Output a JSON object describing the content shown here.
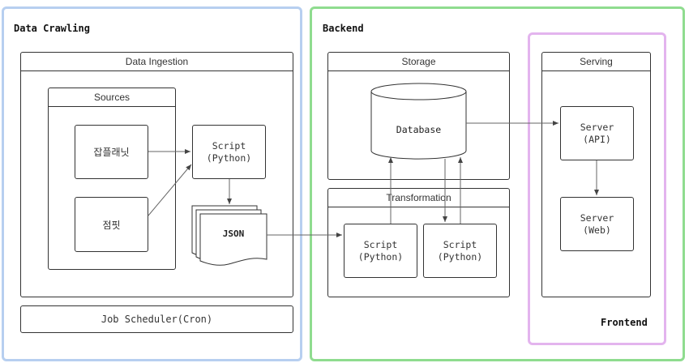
{
  "regions": {
    "data_crawling": {
      "title": "Data Crawling",
      "color": "#b7cff0"
    },
    "backend": {
      "title": "Backend",
      "color": "#8fdc8f"
    },
    "frontend": {
      "title": "Frontend",
      "color": "#e3b4ee"
    }
  },
  "panels": {
    "data_ingestion": "Data Ingestion",
    "sources": "Sources",
    "storage": "Storage",
    "transformation": "Transformation",
    "serving": "Serving"
  },
  "nodes": {
    "source_1": "잡플래닛",
    "source_2": "점핏",
    "crawl_script": "Script\n(Python)",
    "json": "JSON",
    "job_scheduler": "Job Scheduler(Cron)",
    "database": "Database",
    "transform_script_1": "Script\n(Python)",
    "transform_script_2": "Script\n(Python)",
    "server_api": "Server\n(API)",
    "server_web": "Server\n(Web)"
  }
}
